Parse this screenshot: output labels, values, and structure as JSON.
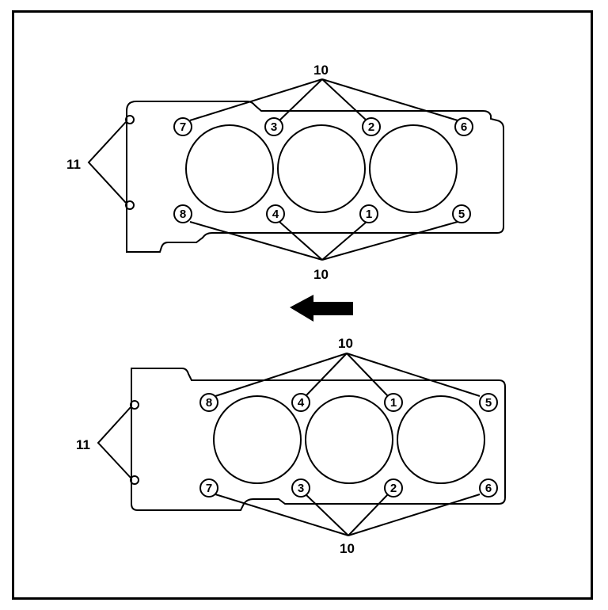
{
  "colors": {
    "ink": "#000000",
    "paper": "#ffffff"
  },
  "diagram": {
    "top_head": {
      "dowel_label": "11",
      "bolt_group_label_top": "10",
      "bolt_group_label_bottom": "10",
      "bolts_top_row": [
        "7",
        "3",
        "2",
        "6"
      ],
      "bolts_bottom_row": [
        "8",
        "4",
        "1",
        "5"
      ]
    },
    "front_arrow": {
      "icon": "arrow-left-icon",
      "meaning": "direction indicator"
    },
    "bottom_head": {
      "dowel_label": "11",
      "bolt_group_label_top": "10",
      "bolt_group_label_bottom": "10",
      "bolts_top_row": [
        "8",
        "4",
        "1",
        "5"
      ],
      "bolts_bottom_row": [
        "7",
        "3",
        "2",
        "6"
      ]
    }
  }
}
